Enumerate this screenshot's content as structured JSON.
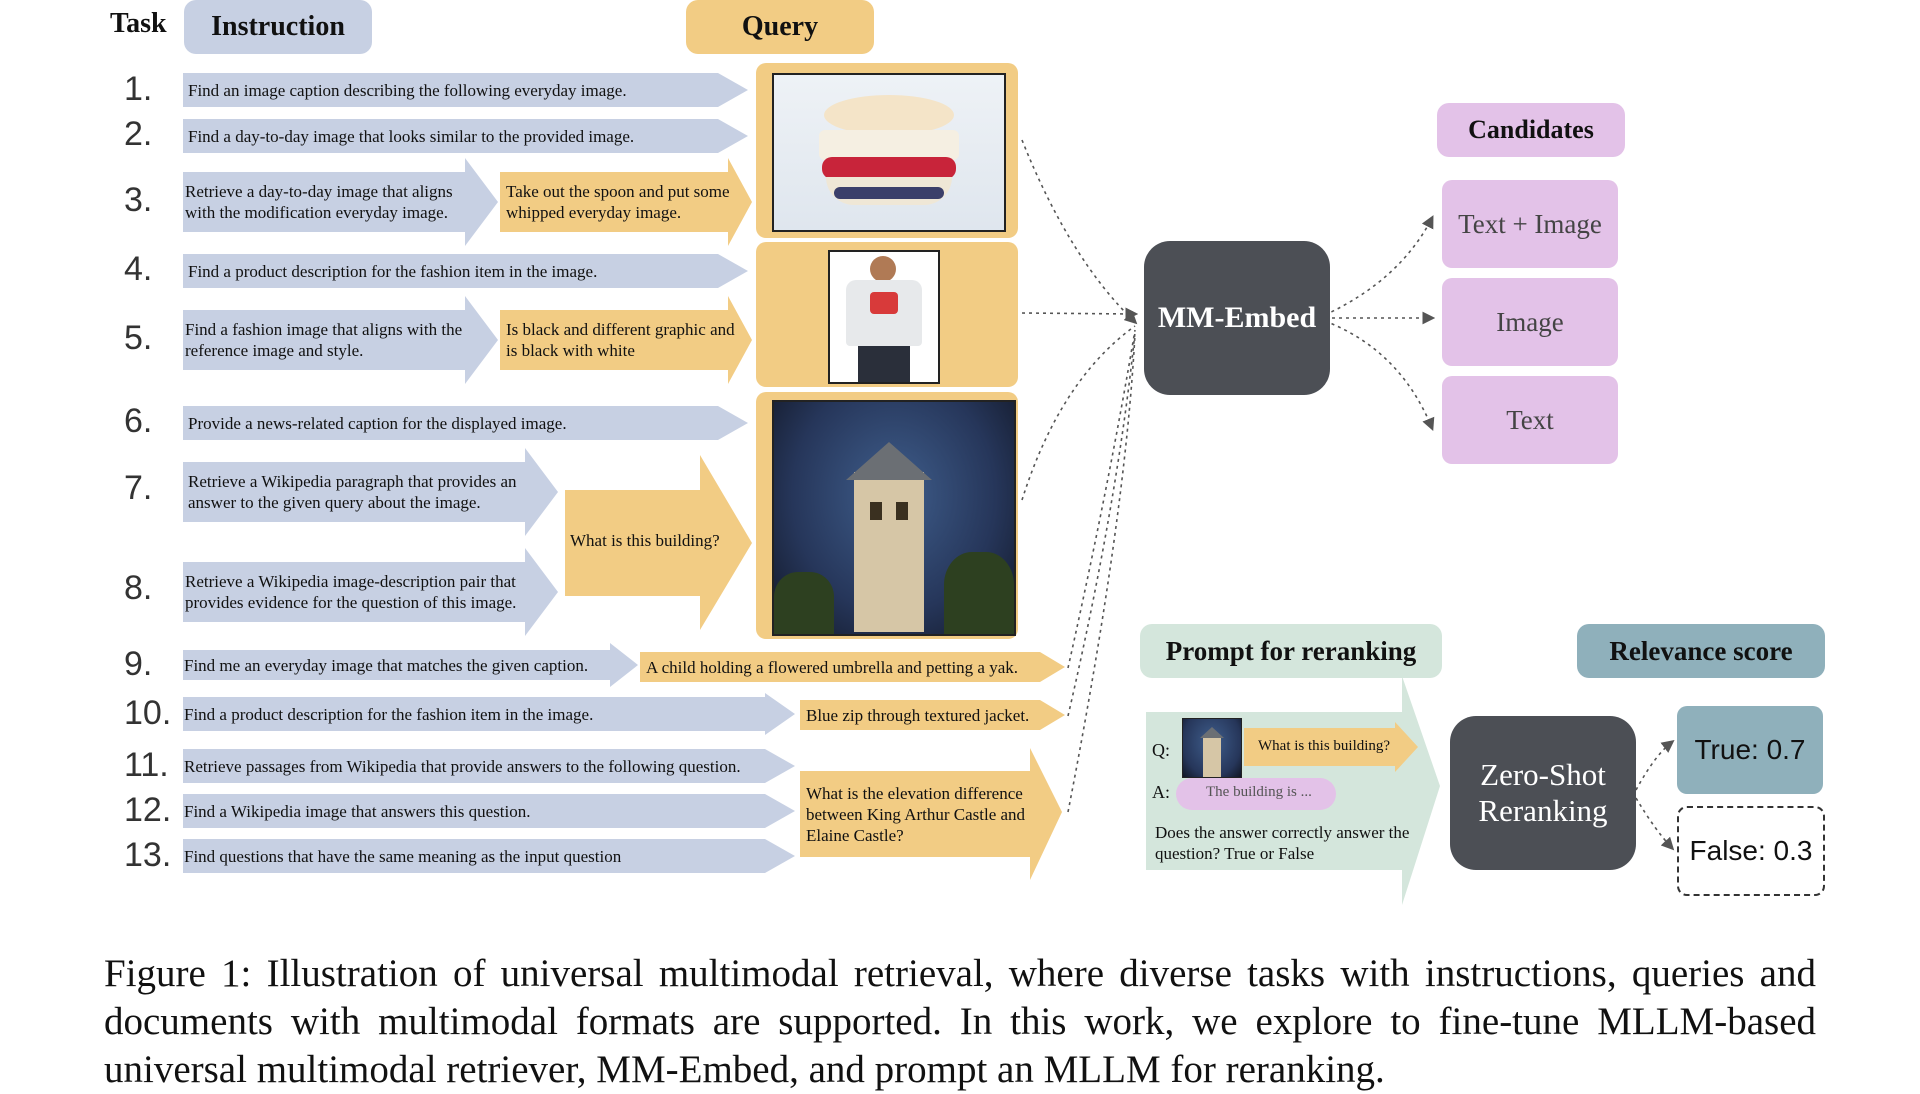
{
  "headers": {
    "task": "Task",
    "instruction": "Instruction",
    "query": "Query"
  },
  "tasks": [
    {
      "num": "1.",
      "instruction": "Find an image caption describing the following everyday image."
    },
    {
      "num": "2.",
      "instruction": "Find a day-to-day image that looks similar to the provided image."
    },
    {
      "num": "3.",
      "instruction": "Retrieve a day-to-day image that aligns with the modification everyday image.",
      "query_text": "Take out the spoon and put some whipped everyday image."
    },
    {
      "num": "4.",
      "instruction": "Find a product description for the fashion item in the image."
    },
    {
      "num": "5.",
      "instruction": "Find a fashion image that aligns with the reference image and style.",
      "query_text": "Is black and different graphic and is black with white"
    },
    {
      "num": "6.",
      "instruction": "Provide a news-related caption for the displayed image."
    },
    {
      "num": "7.",
      "instruction": "Retrieve a Wikipedia paragraph that provides an answer to the given query about the image."
    },
    {
      "num": "8.",
      "instruction": "Retrieve a Wikipedia image-description pair that provides evidence for the question of this image."
    },
    {
      "num": "9.",
      "instruction": "Find me an everyday image that matches the given caption.",
      "query_text": "A child holding a flowered umbrella and petting a yak."
    },
    {
      "num": "10.",
      "instruction": "Find a product description for the fashion item in the image.",
      "query_text": "Blue zip through textured jacket."
    },
    {
      "num": "11.",
      "instruction": "Retrieve passages from Wikipedia that provide answers to the following question."
    },
    {
      "num": "12.",
      "instruction": "Find a Wikipedia image that answers this question."
    },
    {
      "num": "13.",
      "instruction": "Find questions that have the same meaning as the input question"
    }
  ],
  "shared_queries": {
    "building_question": "What is this building?",
    "elevation_question": "What is the elevation difference between King Arthur Castle and Elaine Castle?"
  },
  "photos": [
    "dessert-photo",
    "tshirt-photo",
    "building-photo"
  ],
  "model": {
    "label": "MM-Embed"
  },
  "candidates": {
    "header": "Candidates",
    "items": [
      "Text + Image",
      "Image",
      "Text"
    ]
  },
  "reranking": {
    "prompt_header": "Prompt for reranking",
    "q_label": "Q:",
    "question": "What is this building?",
    "a_label": "A:",
    "answer": "The building is ...",
    "prompt_text": "Does the answer correctly answer the question? True or False",
    "model_label": "Zero-Shot Reranking",
    "score_header": "Relevance score",
    "true_score": "True: 0.7",
    "false_score": "False: 0.3"
  },
  "caption": "Figure 1: Illustration of universal multimodal retrieval, where diverse tasks with instructions, queries and documents with multimodal formats are supported. In this work, we explore to fine-tune MLLM-based universal multimodal retriever, MM-Embed, and prompt an MLLM for reranking.",
  "colors": {
    "instruction_blue": "#c7d0e3",
    "query_yellow": "#f2cc84",
    "candidate_purple": "#e3c2e8",
    "prompt_green": "#d4e6dc",
    "score_teal": "#8fb0bb",
    "model_dark": "#4c4f55"
  }
}
